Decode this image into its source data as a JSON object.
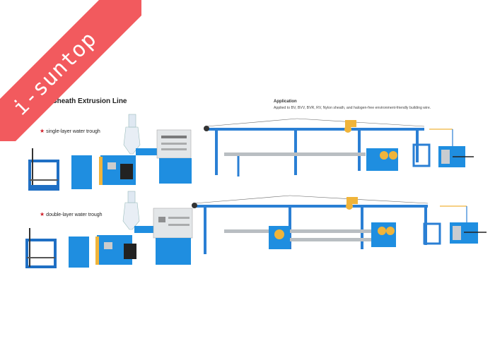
{
  "watermark": {
    "text": "i-suntop",
    "color": "#f25a5e"
  },
  "header": {
    "title": "Jacket Sheath Extrusion Line"
  },
  "application": {
    "heading": "Application",
    "text": "Applied to BV, BVV, BVR, RV, Nylon sheath, and halogen-free environment-friendly building wire."
  },
  "lines": [
    {
      "marker": "★",
      "label": "single-layer water trough",
      "trough_type": "single"
    },
    {
      "marker": "★",
      "label": "double-layer water trough",
      "trough_type": "double"
    }
  ],
  "colors": {
    "machine_blue": "#1f8ee0",
    "frame_blue": "#2a7fd4",
    "panel_grey": "#e3e6e8",
    "trough_grey": "#b9bec2",
    "reel_yellow": "#f0b43a",
    "star_red": "#d0202a"
  }
}
